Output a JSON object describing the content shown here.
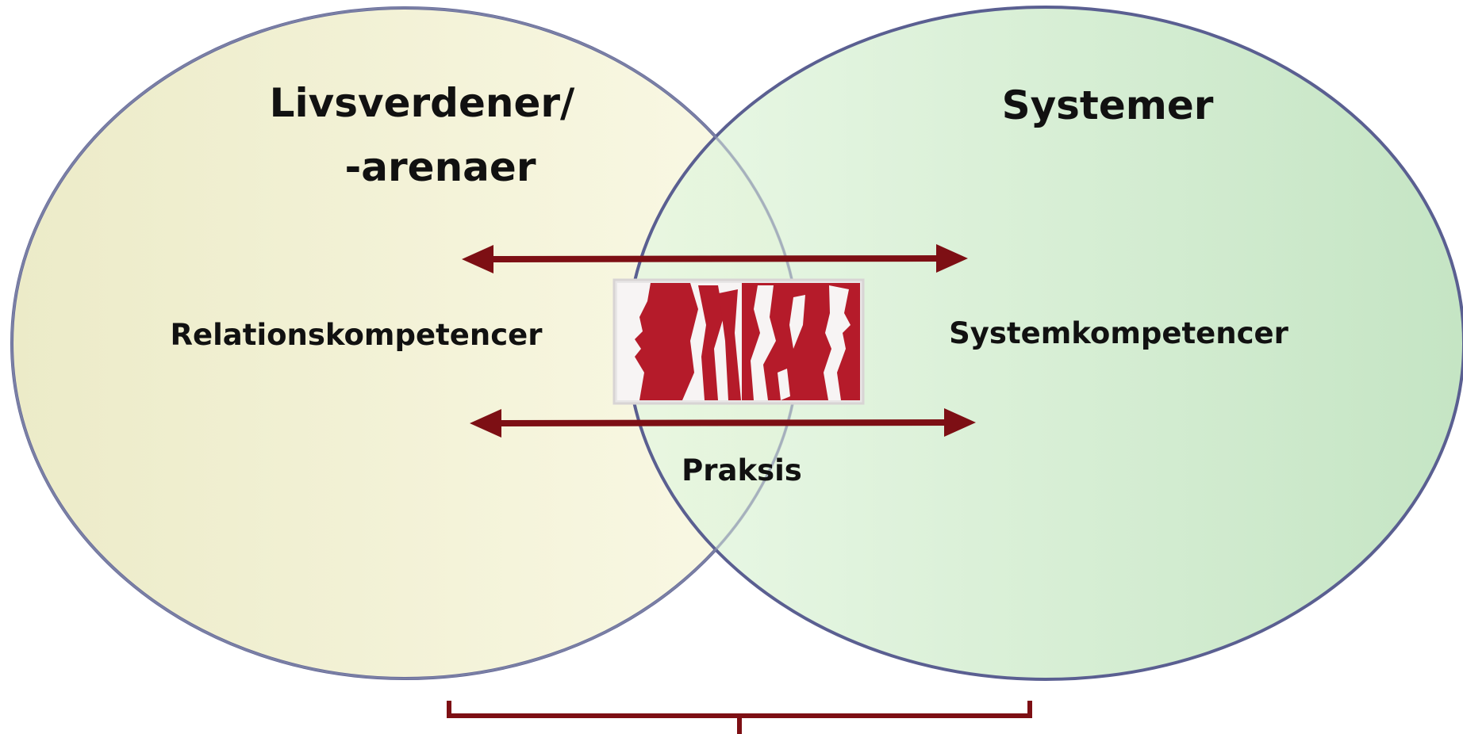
{
  "diagram": {
    "left_circle": {
      "title_line1": "Livsverdener/",
      "title_line2": "-arenaer",
      "competence": "Relationskompetencer"
    },
    "right_circle": {
      "title": "Systemer",
      "competence": "Systemkompetencer"
    },
    "overlap": {
      "label": "Praksis"
    },
    "colors": {
      "left_fill": "#f6f4d8",
      "right_fill": "#cdeccf",
      "circle_outline": "#5a5f91",
      "arrow": "#7d0f14",
      "bracket": "#7d0f14",
      "image_red": "#b51b2a"
    },
    "icons": {
      "central_image": "two-faces-silhouette-image"
    }
  }
}
